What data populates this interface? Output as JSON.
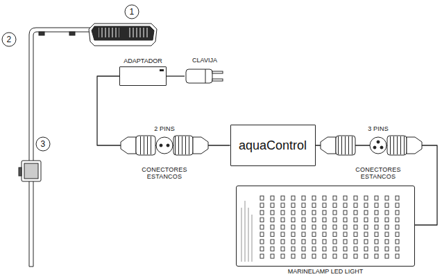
{
  "diagram": {
    "nodes": [
      {
        "text": [
          "ADAPTADOR"
        ]
      },
      {
        "text": [
          "CLAVIJA"
        ]
      },
      {
        "text": [
          "aquaControl"
        ]
      },
      {
        "text": [
          "MARINELAMP LED LIGHT"
        ]
      }
    ],
    "edges": [
      {
        "from": 0,
        "to": 1,
        "arrow": "none"
      },
      {
        "from": 0,
        "to": 2,
        "arrow": "none"
      },
      {
        "from": 2,
        "to": 3,
        "arrow": "none"
      }
    ],
    "labels": [
      "1",
      "2",
      "3",
      "2 PINS",
      "CONECTORES ESTANCOS",
      "3 PINS",
      "CONECTORES ESTANCOS"
    ]
  }
}
